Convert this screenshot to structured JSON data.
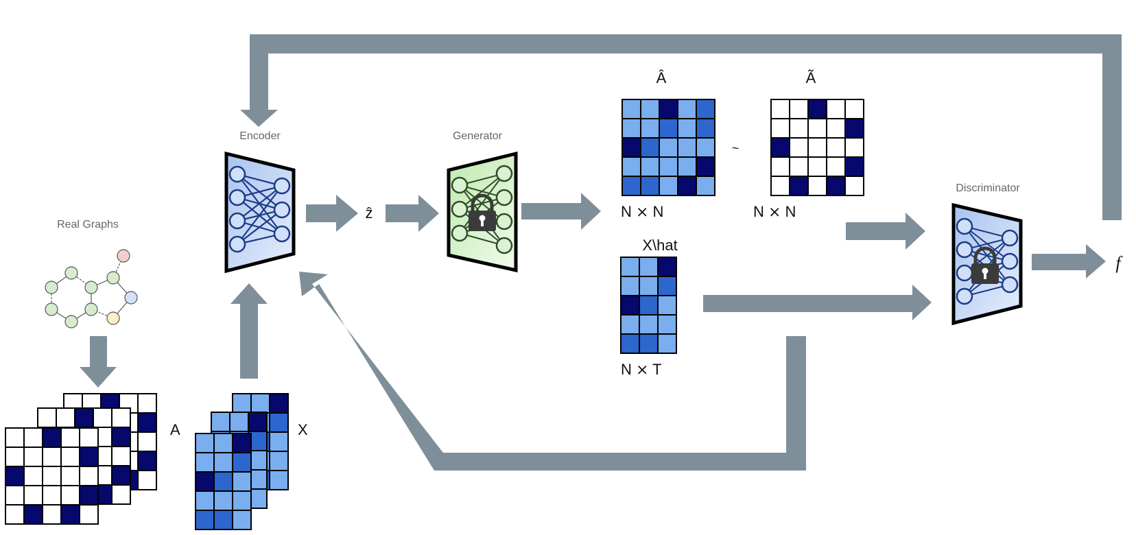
{
  "labels": {
    "real_graphs": "Real Graphs",
    "encoder": "Encoder",
    "generator": "Generator",
    "discriminator": "Discriminator",
    "z_hat": "ẑ",
    "a_hat": "Â",
    "a_tilde": "Ã",
    "x_hat": "X\\hat",
    "tilde_sign": "~",
    "nxn_1": "N ⨯ N",
    "nxn_2": "N ⨯ N",
    "nxt": "N ⨯ T",
    "a": "A",
    "x": "X",
    "f": "f"
  },
  "colors": {
    "arrow": "#7f8f9a",
    "dark_blue": "#06086e",
    "mid_blue": "#2d66cc",
    "light_blue": "#7aaeee",
    "white": "#ffffff",
    "nn_blue_bg": "#b6cdf2",
    "nn_green_bg": "#cdeec0",
    "node_green": "#d6ebcf",
    "node_pink": "#f5cfcf",
    "node_blue": "#d4e2f7",
    "node_yellow": "#fbf0c8"
  },
  "icons": {
    "encoder": "neural-network-icon",
    "generator": "locked-neural-network-icon",
    "discriminator": "locked-neural-network-icon",
    "graph": "molecule-graph-icon"
  },
  "matrices": {
    "a_hat": [
      [
        "L",
        "L",
        "D",
        "L",
        "M"
      ],
      [
        "L",
        "L",
        "M",
        "L",
        "M"
      ],
      [
        "D",
        "M",
        "L",
        "L",
        "L"
      ],
      [
        "L",
        "L",
        "L",
        "L",
        "D"
      ],
      [
        "M",
        "M",
        "L",
        "D",
        "L"
      ]
    ],
    "a_tilde": [
      [
        "W",
        "W",
        "D",
        "W",
        "W"
      ],
      [
        "W",
        "W",
        "W",
        "W",
        "D"
      ],
      [
        "D",
        "W",
        "W",
        "W",
        "W"
      ],
      [
        "W",
        "W",
        "W",
        "W",
        "D"
      ],
      [
        "W",
        "D",
        "W",
        "D",
        "W"
      ]
    ],
    "x_hat": [
      [
        "L",
        "L",
        "D"
      ],
      [
        "L",
        "L",
        "M"
      ],
      [
        "D",
        "M",
        "L"
      ],
      [
        "L",
        "L",
        "L"
      ],
      [
        "M",
        "M",
        "L"
      ]
    ],
    "a_stack": [
      [
        "W",
        "W",
        "D",
        "W",
        "W"
      ],
      [
        "W",
        "W",
        "W",
        "W",
        "D"
      ],
      [
        "D",
        "W",
        "W",
        "W",
        "W"
      ],
      [
        "W",
        "W",
        "W",
        "W",
        "D"
      ],
      [
        "W",
        "D",
        "W",
        "D",
        "W"
      ]
    ],
    "x_stack": [
      [
        "L",
        "L",
        "D"
      ],
      [
        "L",
        "L",
        "M"
      ],
      [
        "D",
        "M",
        "L"
      ],
      [
        "L",
        "L",
        "L"
      ],
      [
        "M",
        "M",
        "L"
      ]
    ]
  }
}
